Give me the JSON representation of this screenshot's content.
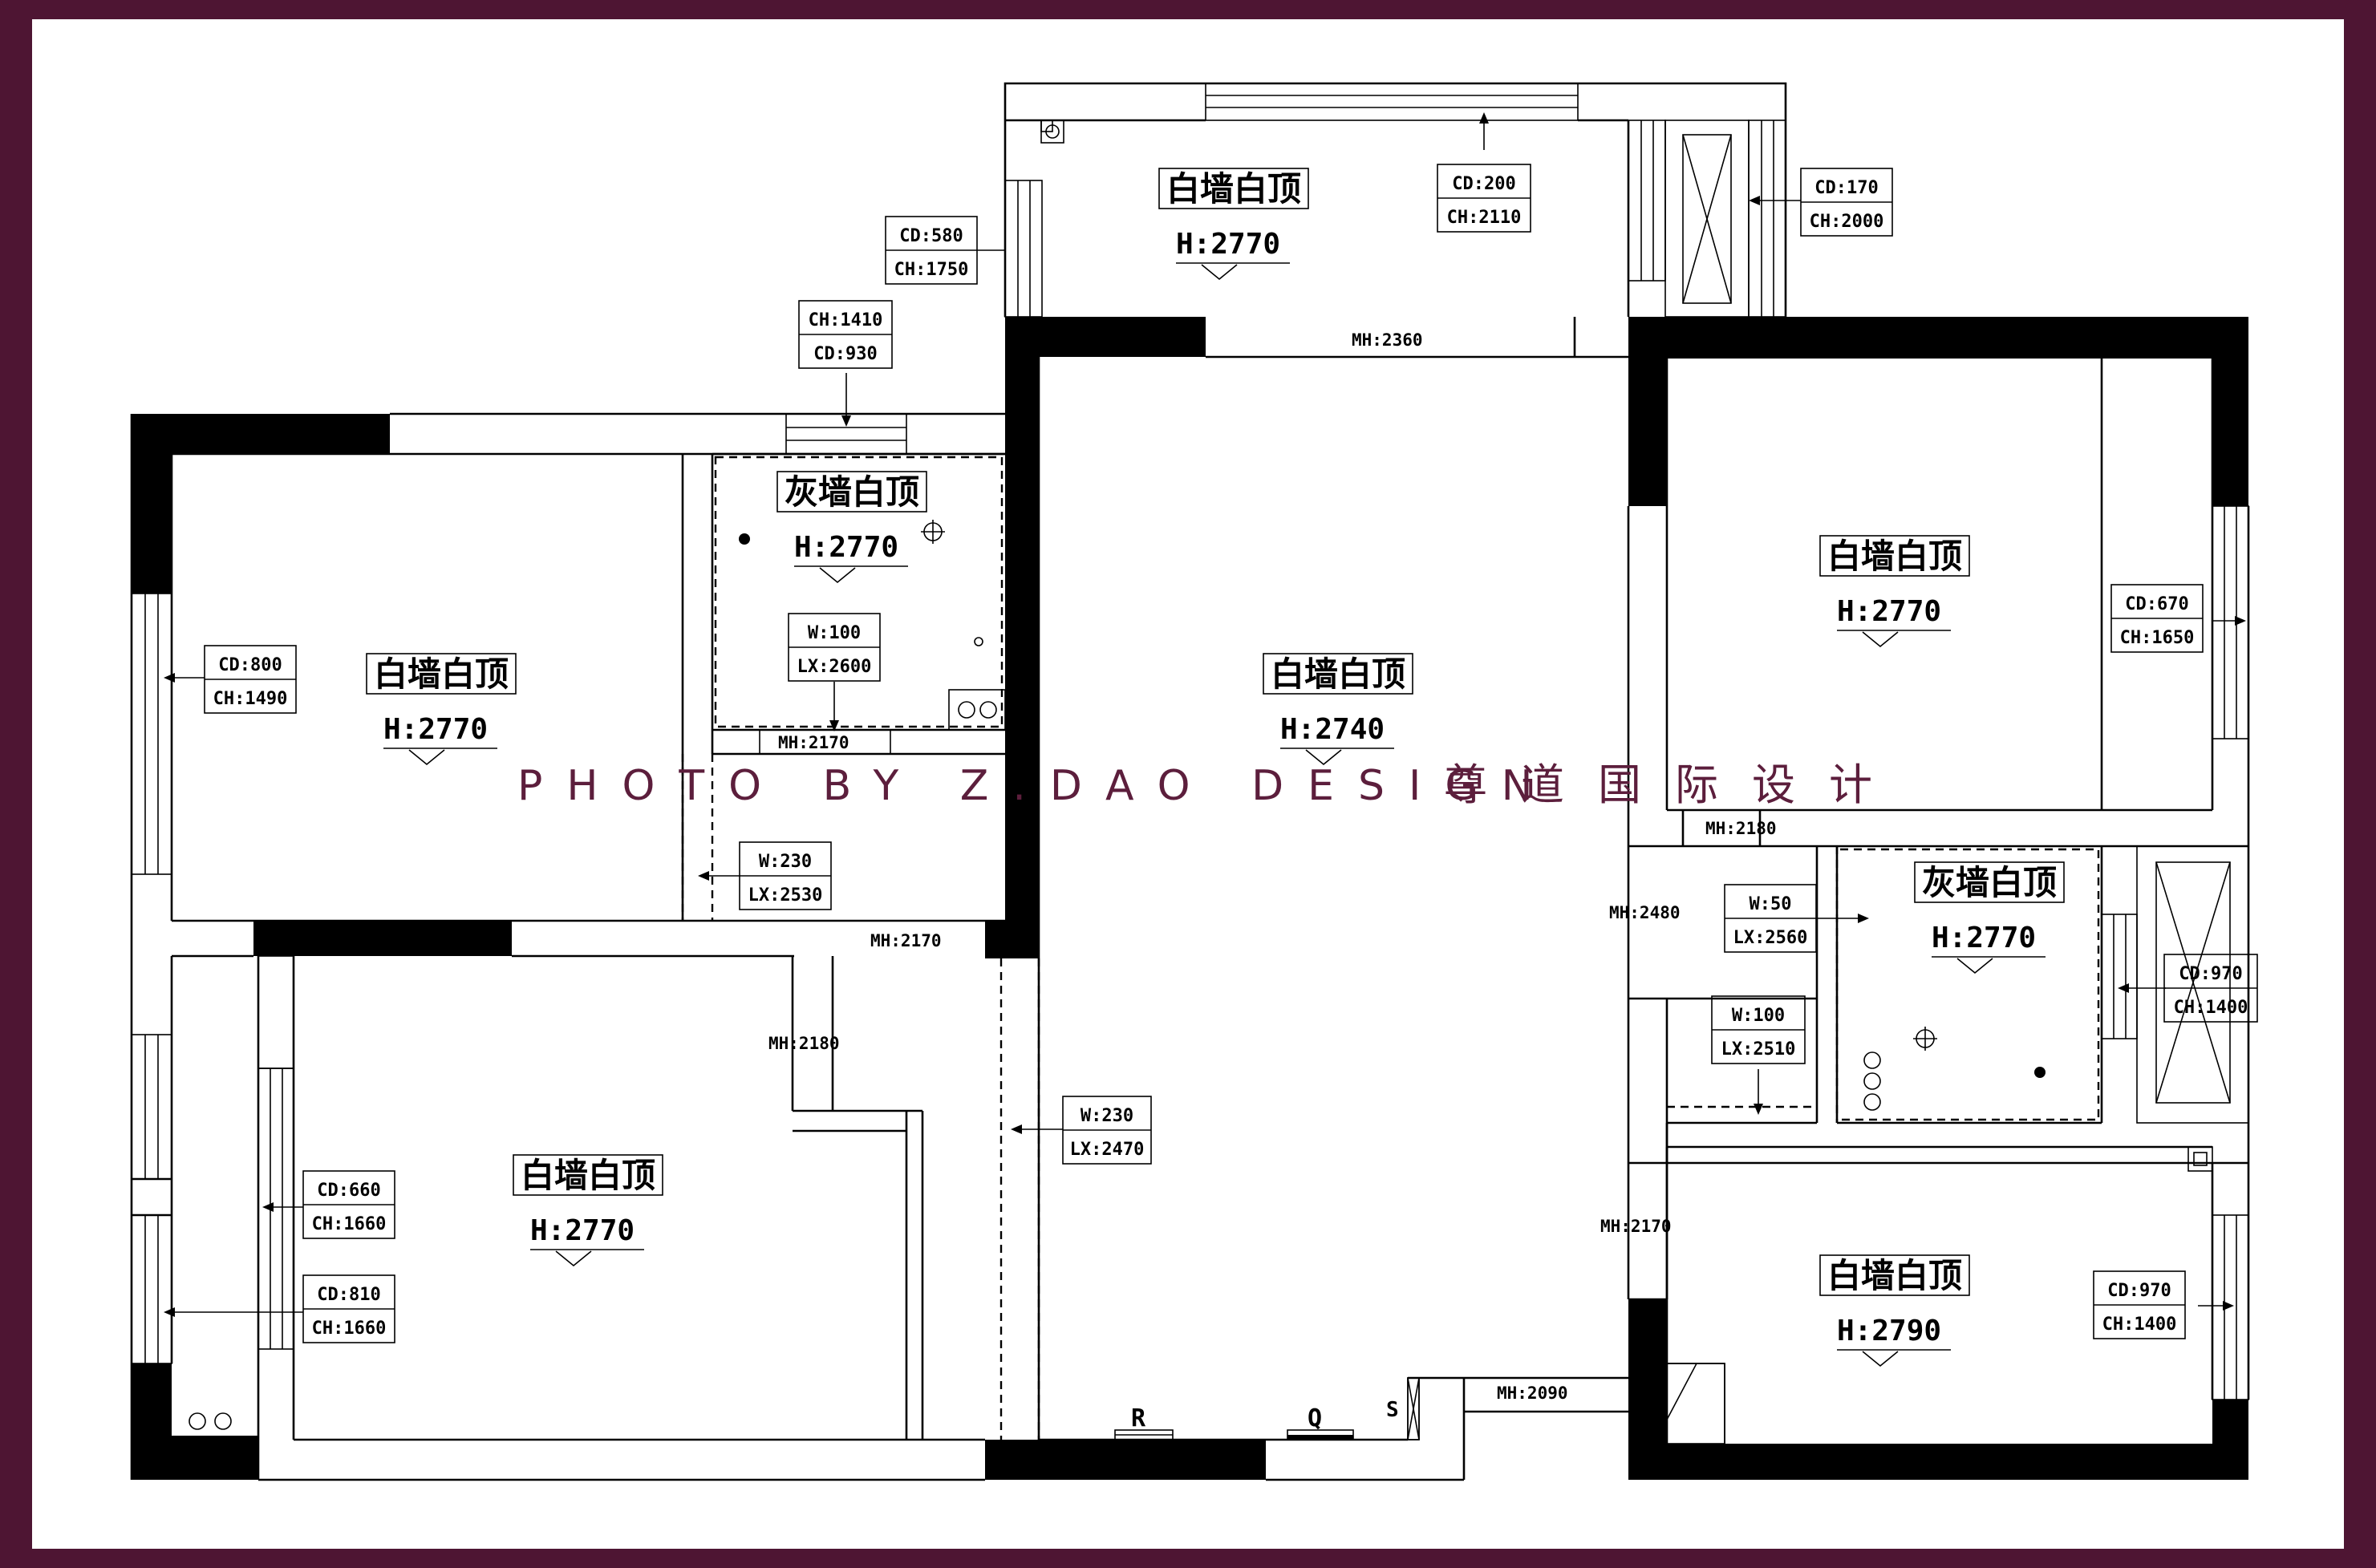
{
  "watermark": {
    "text": "PHOTO BY Z.DAO DESIGN",
    "cn": "尊道国际设计"
  },
  "rooms": [
    {
      "name": "白墙白顶",
      "h": "H:2770"
    },
    {
      "name": "灰墙白顶",
      "h": "H:2770"
    },
    {
      "name": "白墙白顶",
      "h": "H:2770"
    },
    {
      "name": "白墙白顶",
      "h": "H:2740"
    },
    {
      "name": "白墙白顶",
      "h": "H:2770"
    },
    {
      "name": "灰墙白顶",
      "h": "H:2770"
    },
    {
      "name": "白墙白顶",
      "h": "H:2770"
    },
    {
      "name": "白墙白顶",
      "h": "H:2790"
    }
  ],
  "tags": [
    {
      "a": "CD:580",
      "b": "CH:1750"
    },
    {
      "a": "CD:200",
      "b": "CH:2110"
    },
    {
      "a": "CD:170",
      "b": "CH:2000"
    },
    {
      "a": "CH:1410",
      "b": "CD:930"
    },
    {
      "a": "W:100",
      "b": "LX:2600"
    },
    {
      "a": "CD:800",
      "b": "CH:1490"
    },
    {
      "a": "W:230",
      "b": "LX:2530"
    },
    {
      "a": "CD:670",
      "b": "CH:1650"
    },
    {
      "a": "W:50",
      "b": "LX:2560"
    },
    {
      "a": "W:100",
      "b": "LX:2510"
    },
    {
      "a": "CD:970",
      "b": "CH:1400"
    },
    {
      "a": "CD:660",
      "b": "CH:1660"
    },
    {
      "a": "CD:810",
      "b": "CH:1660"
    },
    {
      "a": "W:230",
      "b": "LX:2470"
    },
    {
      "a": "CD:970",
      "b": "CH:1400"
    }
  ],
  "mh_labels": [
    "MH:2360",
    "MH:2170",
    "MH:2170",
    "MH:2180",
    "MH:2180",
    "MH:2480",
    "MH:2170",
    "MH:2090"
  ],
  "letters": [
    "R",
    "Q",
    "S"
  ]
}
